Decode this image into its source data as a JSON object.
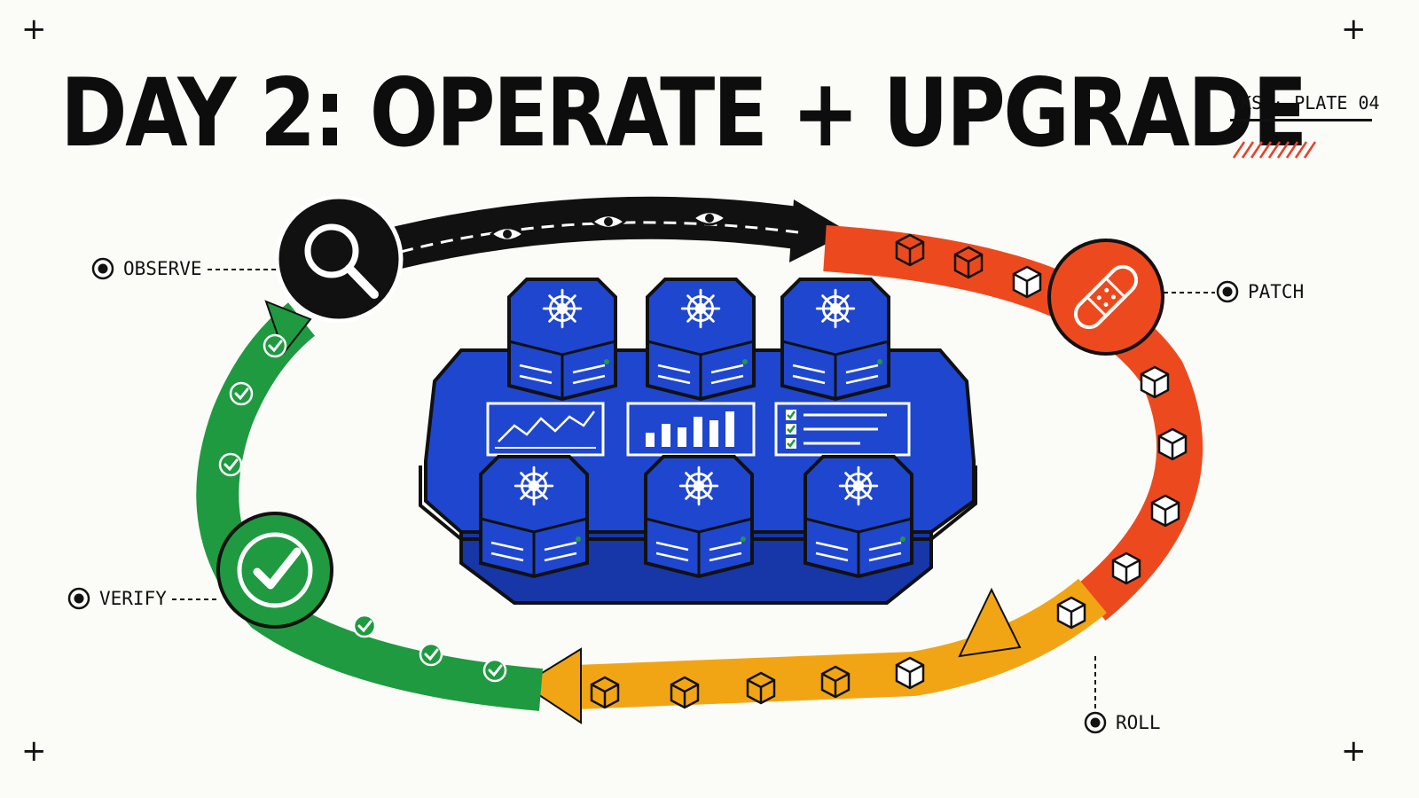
{
  "title": "DAY 2: OPERATE + UPGRADE",
  "plate_label": "VKS · PLATE 04",
  "stages": {
    "observe": "OBSERVE",
    "patch": "PATCH",
    "roll": "ROLL",
    "verify": "VERIFY"
  },
  "colors": {
    "observe": "#111111",
    "patch": "#ec4a1e",
    "roll": "#f2a514",
    "verify": "#1f9a40",
    "cluster": "#1f46cf",
    "accent_hatch": "#e8402a"
  },
  "icons": [
    "magnifier-icon",
    "bandage-icon",
    "checkmark-icon",
    "eye-icon",
    "cube-icon",
    "helm-icon",
    "line-chart-icon",
    "bar-chart-icon",
    "checklist-icon",
    "target-icon"
  ]
}
